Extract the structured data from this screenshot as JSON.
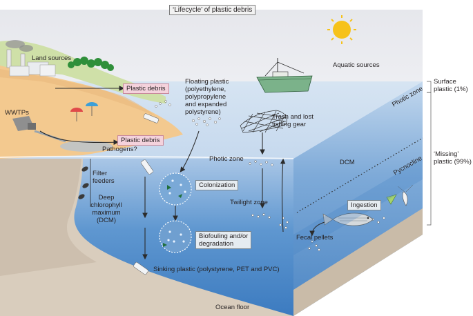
{
  "title": "‘Lifecycle’ of plastic debris",
  "labels": {
    "land_sources": "Land sources",
    "wwtps": "WWTPs",
    "plastic_debris_1": "Plastic debris",
    "plastic_debris_2": "Plastic debris",
    "pathogens": "Pathogens?",
    "floating_plastic": [
      "Floating plastic",
      "(polyethylene,",
      "polypropylene",
      "and expanded",
      "polystyrene)"
    ],
    "aquatic_sources": "Aquatic sources",
    "trash": [
      "Trash and lost",
      "fishing gear"
    ],
    "photic_zone_front": "Photic zone",
    "photic_zone_side": "Photic zone",
    "twilight_zone": "Twilight zone",
    "dcm_side": "DCM",
    "pycnocline": "Pycnocline",
    "filter_feeders": [
      "Filter",
      "feeders"
    ],
    "deep_chlorophyll": [
      "Deep",
      "chlorophyll",
      "maximum",
      "(DCM)"
    ],
    "colonization": "Colonization",
    "biofouling": [
      "Biofouling and/or",
      "degradation"
    ],
    "ingestion": "Ingestion",
    "fecal_pellets": "Fecal pellets",
    "sinking_plastic": "Sinking plastic (polystyrene, PET and PVC)",
    "ocean_floor": "Ocean floor",
    "surface_plastic": [
      "Surface",
      "plastic (1%)"
    ],
    "missing_plastic": [
      "‘Missing’",
      "plastic (99%)"
    ]
  },
  "colors": {
    "sky": "#e9eaee",
    "water_surface": "#d2e1f0",
    "water_deep": "#3f7fc3",
    "sand": "#f3c98f",
    "seafloor": "#d9cdbd",
    "pink_box": "#f4d2dc",
    "boat": "#7bb28a",
    "sun": "#f6c21a"
  },
  "icons": [
    "sun-icon",
    "factory-icon",
    "trees-icon",
    "umbrella-icon",
    "wwtp-pipe-icon",
    "boat-icon",
    "fishing-net-icon",
    "bottle-icon",
    "fish-icon",
    "zooplankton-icon",
    "mussel-icon"
  ]
}
